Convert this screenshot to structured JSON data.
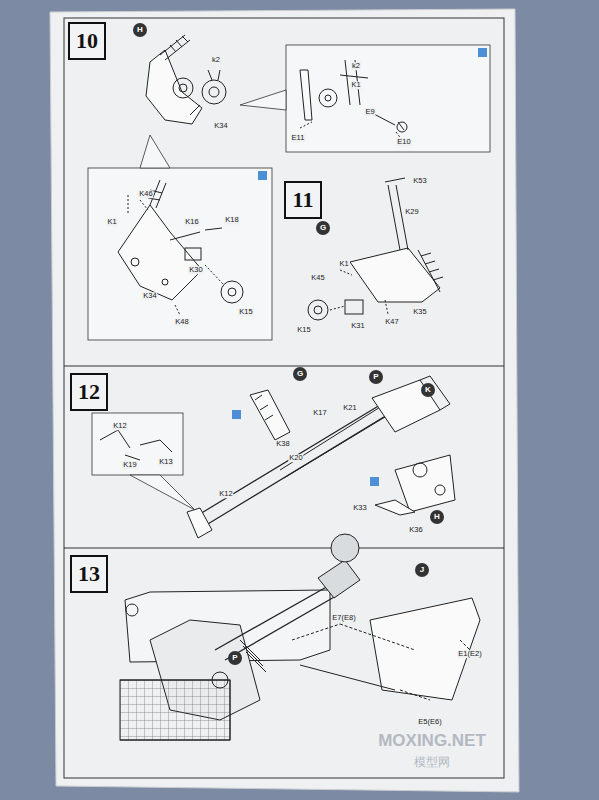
{
  "diagram": {
    "nodes": [
      {
        "text": [
          "10"
        ]
      },
      {
        "text": [
          "H"
        ]
      },
      {
        "text": [
          "11"
        ]
      },
      {
        "text": [
          "G"
        ]
      },
      {
        "text": [
          "12"
        ]
      },
      {
        "text": [
          "G"
        ]
      },
      {
        "text": [
          "P"
        ]
      },
      {
        "text": [
          "K"
        ]
      },
      {
        "text": [
          "H"
        ]
      },
      {
        "text": [
          "13"
        ]
      },
      {
        "text": [
          "J"
        ]
      },
      {
        "text": [
          "P"
        ]
      }
    ],
    "labels": [
      "k2",
      "K34",
      "k2",
      "K1",
      "E9",
      "E11",
      "E10",
      "K46",
      "K1",
      "K16",
      "K18",
      "K30",
      "K34",
      "K48",
      "K15",
      "K53",
      "K29",
      "K45",
      "K1",
      "K47",
      "K35",
      "K15",
      "K31",
      "K17",
      "K21",
      "K38",
      "K20",
      "K12",
      "K19",
      "K13",
      "K33",
      "K36",
      "K12",
      "E7(E8)",
      "E1(E2)",
      "E5(E6)",
      "MOXING.NET",
      "模型网"
    ]
  }
}
